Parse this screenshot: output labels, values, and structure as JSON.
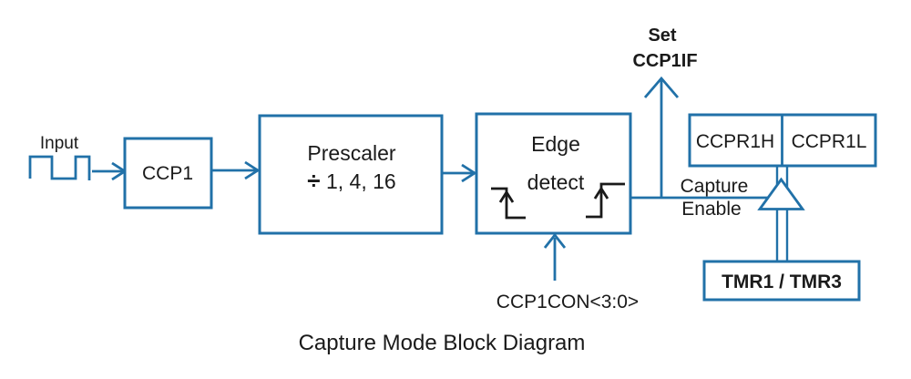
{
  "diagram": {
    "caption": "Capture Mode Block Diagram",
    "colors": {
      "line_blue": "#2171A8",
      "text_black": "#1A1A1A",
      "background": "#FFFFFF"
    },
    "input": {
      "label": "Input"
    },
    "blocks": {
      "ccp1": {
        "label": "CCP1"
      },
      "prescaler": {
        "title": "Prescaler",
        "divide_sign": "÷",
        "divide_values": " 1, 4, 16"
      },
      "edge_detect": {
        "line1": "Edge",
        "line2": "detect"
      },
      "ccpr1h": {
        "label": "CCPR1H"
      },
      "ccpr1l": {
        "label": "CCPR1L"
      },
      "tmr": {
        "label": "TMR1 / TMR3"
      }
    },
    "signals": {
      "set_flag_line1": "Set",
      "set_flag_line2": "CCP1IF",
      "capture_enable_line1": "Capture",
      "capture_enable_line2": "Enable",
      "ccp1con": "CCP1CON<3:0>"
    },
    "icons": {
      "pulse_waveform": "square-pulse input signal",
      "falling_edge": "falling-edge detect mark with up chevron",
      "rising_edge": "rising-edge detect mark with up chevron",
      "tristate_buffer": "upward tri-state buffer triangle"
    }
  }
}
